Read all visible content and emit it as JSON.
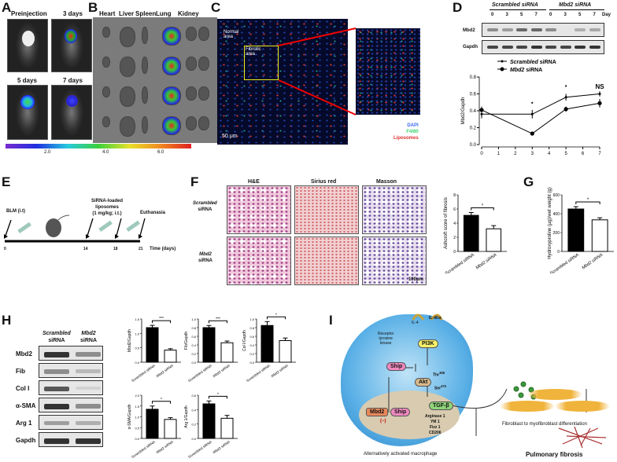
{
  "panels": {
    "A": "A",
    "B": "B",
    "C": "C",
    "D": "D",
    "E": "E",
    "F": "F",
    "G": "G",
    "H": "H",
    "I": "I"
  },
  "panelA": {
    "labels": [
      "Preinjection",
      "3 days",
      "5 days",
      "7 days"
    ]
  },
  "panelB": {
    "organs": [
      "Heart",
      "Liver",
      "Spleen",
      "Lung",
      "Kidney"
    ]
  },
  "colorbar": {
    "ticks": [
      "2.0",
      "4.0",
      "6.0"
    ]
  },
  "panelC": {
    "normal_area": "Normal area",
    "fibrotic_area": "Fibrotic area",
    "scale": "50 μm",
    "legend": [
      {
        "label": "DAPI",
        "color": "#3b6cf0"
      },
      {
        "label": "F4/80",
        "color": "#3dd26a"
      },
      {
        "label": "Liposomes",
        "color": "#e03030"
      }
    ]
  },
  "panelD": {
    "group1": "Scrambled",
    "group1_suffix": " siRNA",
    "group2": "Mbd2",
    "group2_suffix": " siRNA",
    "days": [
      "0",
      "3",
      "5",
      "7",
      "0",
      "3",
      "5",
      "7"
    ],
    "day_label": "Day",
    "blots": [
      "Mbd2",
      "Gapdh"
    ]
  },
  "chart_data": [
    {
      "id": "D",
      "type": "line",
      "xlabel": "Day",
      "ylabel": "Mbd2/Gapdh",
      "xlim": [
        0,
        7
      ],
      "ylim": [
        0,
        0.8
      ],
      "xticks": [
        "0",
        "1",
        "2",
        "3",
        "4",
        "5",
        "6",
        "7"
      ],
      "yticks": [
        "0.0",
        "0.2",
        "0.4",
        "0.6",
        "0.8"
      ],
      "series": [
        {
          "name": "Scrambled siRNA",
          "x": [
            0,
            3,
            5,
            7
          ],
          "y": [
            0.36,
            0.36,
            0.56,
            0.6
          ],
          "err": [
            0.05,
            0.05,
            0.04,
            0.03
          ]
        },
        {
          "name": "Mbd2 siRNA",
          "x": [
            0,
            3,
            5,
            7
          ],
          "y": [
            0.41,
            0.13,
            0.42,
            0.49
          ],
          "err": [
            0.04,
            0.02,
            0.03,
            0.05
          ]
        }
      ],
      "annotations": [
        {
          "x": 3,
          "text": "*"
        },
        {
          "x": 5,
          "text": "*"
        },
        {
          "x": 7,
          "text": "NS"
        }
      ]
    },
    {
      "id": "F",
      "type": "bar",
      "ylabel": "Ashcroft score of fibrosis",
      "categories": [
        "Scrambled siRNA",
        "Mbd2 siRNA"
      ],
      "values": [
        5.1,
        3.2
      ],
      "err": [
        0.4,
        0.45
      ],
      "ylim": [
        0,
        8
      ],
      "yticks": [
        "0",
        "2",
        "4",
        "6",
        "8"
      ],
      "sig": "*"
    },
    {
      "id": "G",
      "type": "bar",
      "ylabel": "Hydroxyproline (μg)/wet weight (g)",
      "categories": [
        "Scrambled siRNA",
        "Mbd2 siRNA"
      ],
      "values": [
        450,
        335
      ],
      "err": [
        25,
        22
      ],
      "ylim": [
        0,
        600
      ],
      "yticks": [
        "0",
        "200",
        "400",
        "600"
      ],
      "sig": "*"
    },
    {
      "id": "H1",
      "type": "bar",
      "ylabel": "Mbd2/Gapdh",
      "categories": [
        "Scrambled siRNA",
        "Mbd2 siRNA"
      ],
      "values": [
        1.2,
        0.42
      ],
      "err": [
        0.08,
        0.05
      ],
      "ylim": [
        0,
        1.5
      ],
      "yticks": [
        "0.0",
        "0.5",
        "1.0",
        "1.5"
      ],
      "sig": "***"
    },
    {
      "id": "H2",
      "type": "bar",
      "ylabel": "Fib/Gapdh",
      "categories": [
        "Scrambled siRNA",
        "Mbd2 siRNA"
      ],
      "values": [
        0.8,
        0.45
      ],
      "err": [
        0.05,
        0.04
      ],
      "ylim": [
        0,
        1.0
      ],
      "yticks": [
        "0.0",
        "0.2",
        "0.4",
        "0.6",
        "0.8",
        "1.0"
      ],
      "sig": "***"
    },
    {
      "id": "H3",
      "type": "bar",
      "ylabel": "Col I/Gapdh",
      "categories": [
        "Scrambled siRNA",
        "Mbd2 siRNA"
      ],
      "values": [
        0.85,
        0.5
      ],
      "err": [
        0.09,
        0.06
      ],
      "ylim": [
        0,
        1.0
      ],
      "yticks": [
        "0.0",
        "0.2",
        "0.4",
        "0.6",
        "0.8",
        "1.0"
      ],
      "sig": "*"
    },
    {
      "id": "H4",
      "type": "bar",
      "ylabel": "α-SMA/Gapdh",
      "categories": [
        "Scrambled siRNA",
        "Mbd2 siRNA"
      ],
      "values": [
        1.35,
        0.88
      ],
      "err": [
        0.15,
        0.08
      ],
      "ylim": [
        0,
        2.0
      ],
      "yticks": [
        "0.0",
        "0.5",
        "1.0",
        "1.5",
        "2.0"
      ],
      "sig": "*"
    },
    {
      "id": "H5",
      "type": "bar",
      "ylabel": "Arg 1/Gapdh",
      "categories": [
        "Scrambled siRNA",
        "Mbd2 siRNA"
      ],
      "values": [
        0.48,
        0.28
      ],
      "err": [
        0.04,
        0.04
      ],
      "ylim": [
        0,
        0.6
      ],
      "yticks": [
        "0.0",
        "0.2",
        "0.4",
        "0.6"
      ],
      "sig": "*"
    }
  ],
  "panelE": {
    "blm": "BLM (i.t)",
    "lipo1": "SiRNA-loaded",
    "lipo2": "liposomes",
    "lipo3": "(1 mg/kg; i.t.)",
    "euth": "Euthanasia",
    "ticks": [
      "0",
      "14",
      "18",
      "21"
    ],
    "axis": "Time (days)"
  },
  "panelF": {
    "cols": [
      "H&E",
      "Sirius red",
      "Masson"
    ],
    "row1a": "Scrambled",
    "row1b": "siRNA",
    "row2a": "Mbd2",
    "row2b": "siRNA",
    "scale": "100μm"
  },
  "panelH": {
    "col1a": "Scrambled",
    "col1b": "siRNA",
    "col2a": "Mbd2",
    "col2b": "siRNA",
    "rows": [
      "Mbd2",
      "Fib",
      "Col I",
      "α-SMA",
      "Arg 1",
      "Gapdh"
    ]
  },
  "panelI": {
    "il4": "IL-4",
    "il4r": "IL-4Rα",
    "rtk1": "Receptor",
    "rtk2": "tyrosine",
    "rtk3": "kinase",
    "pi3k": "PI3K",
    "ship": "Ship",
    "akt": "Akt",
    "thr": "Thr",
    "thr_sup": "308",
    "ser": "Ser",
    "ser_sup": "473",
    "p": "P",
    "tgf": "TGF-β",
    "mbd2": "Mbd2",
    "minus": "(−)",
    "markers": [
      "Arginase 1",
      "YM 1",
      "Fizz 1",
      "CD206"
    ],
    "macrophage": "Alternatively activated macrophage",
    "fibro": "Fibroblast to myofibroblast differentiation",
    "pf": "Pulmonary fibrosis"
  }
}
